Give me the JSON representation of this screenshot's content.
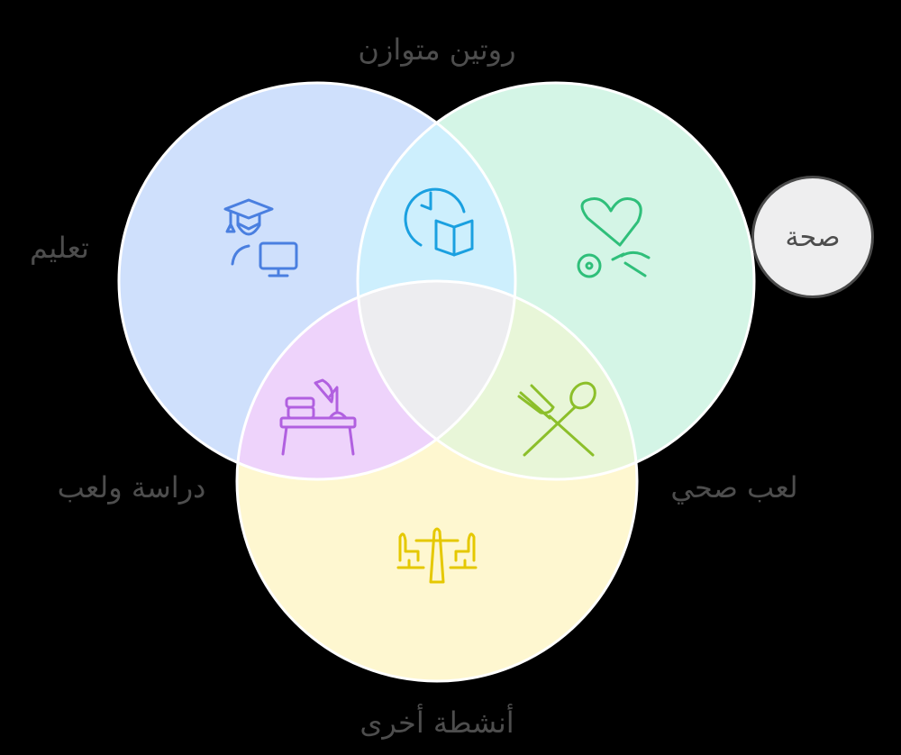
{
  "title": "روتين متوازن",
  "sets": [
    {
      "label": "تعليم",
      "icon": "graduate-computer-icon",
      "color": "#cfe0fc",
      "icon_color": "#4a7fe0"
    },
    {
      "label": "صحة",
      "icon": "heart-stethoscope-icon",
      "color": "#d4f5e6",
      "icon_color": "#2fbf7a"
    },
    {
      "label": "أنشطة أخرى",
      "icon": "seesaw-icon",
      "color": "#fef7d0",
      "icon_color": "#e5c800"
    }
  ],
  "intersections": [
    {
      "sets": [
        "تعليم",
        "صحة"
      ],
      "icon": "clock-book-icon",
      "color": "#cdeffd",
      "icon_color": "#1aa0e0"
    },
    {
      "sets": [
        "تعليم",
        "أنشطة أخرى"
      ],
      "label": "دراسة ولعب",
      "icon": "desk-lamp-books-icon",
      "color": "#eed3fb",
      "icon_color": "#b160e0"
    },
    {
      "sets": [
        "صحة",
        "أنشطة أخرى"
      ],
      "label": "لعب صحي",
      "icon": "fork-spoon-icon",
      "color": "#e8f6d8",
      "icon_color": "#8cbf2a"
    },
    {
      "sets": [
        "تعليم",
        "صحة",
        "أنشطة أخرى"
      ],
      "color": "#ededf0"
    }
  ]
}
